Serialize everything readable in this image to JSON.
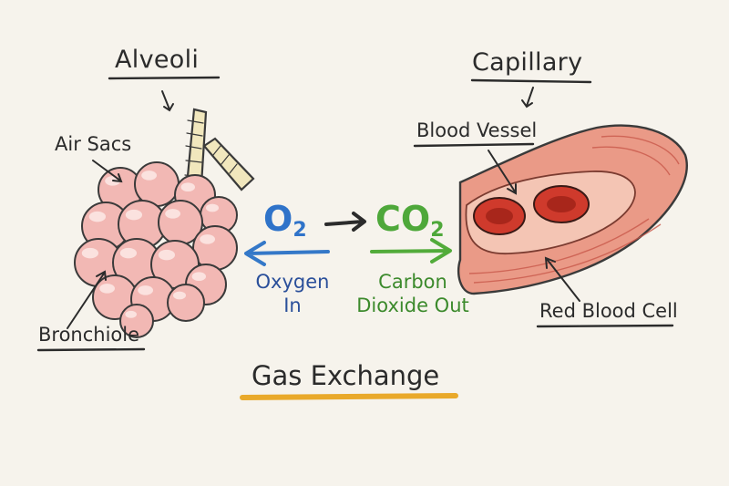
{
  "labels": {
    "alveoli": "Alveoli",
    "capillary": "Capillary",
    "air_sacs": "Air Sacs",
    "bronchiole": "Bronchiole",
    "blood_vessel": "Blood Vessel",
    "red_blood_cell": "Red Blood Cell",
    "title": "Gas Exchange"
  },
  "gases": {
    "oxygen": {
      "symbol": "O",
      "subscript": "2",
      "caption_line1": "Oxygen",
      "caption_line2": "In"
    },
    "carbon_dioxide": {
      "symbol": "CO",
      "subscript": "2",
      "caption_line1": "Carbon",
      "caption_line2": "Dioxide Out"
    }
  },
  "colors": {
    "oxygen": "#2f73c9",
    "carbon_dioxide": "#4ea83a",
    "oxygen_caption": "#2a4f9a",
    "carbon_dioxide_caption": "#3c8a2c",
    "alveoli_fill": "#f2b8b4",
    "vessel_fill": "#e98f7c",
    "blood_cell": "#cf3a2c",
    "title_underline": "#e9a92a"
  }
}
